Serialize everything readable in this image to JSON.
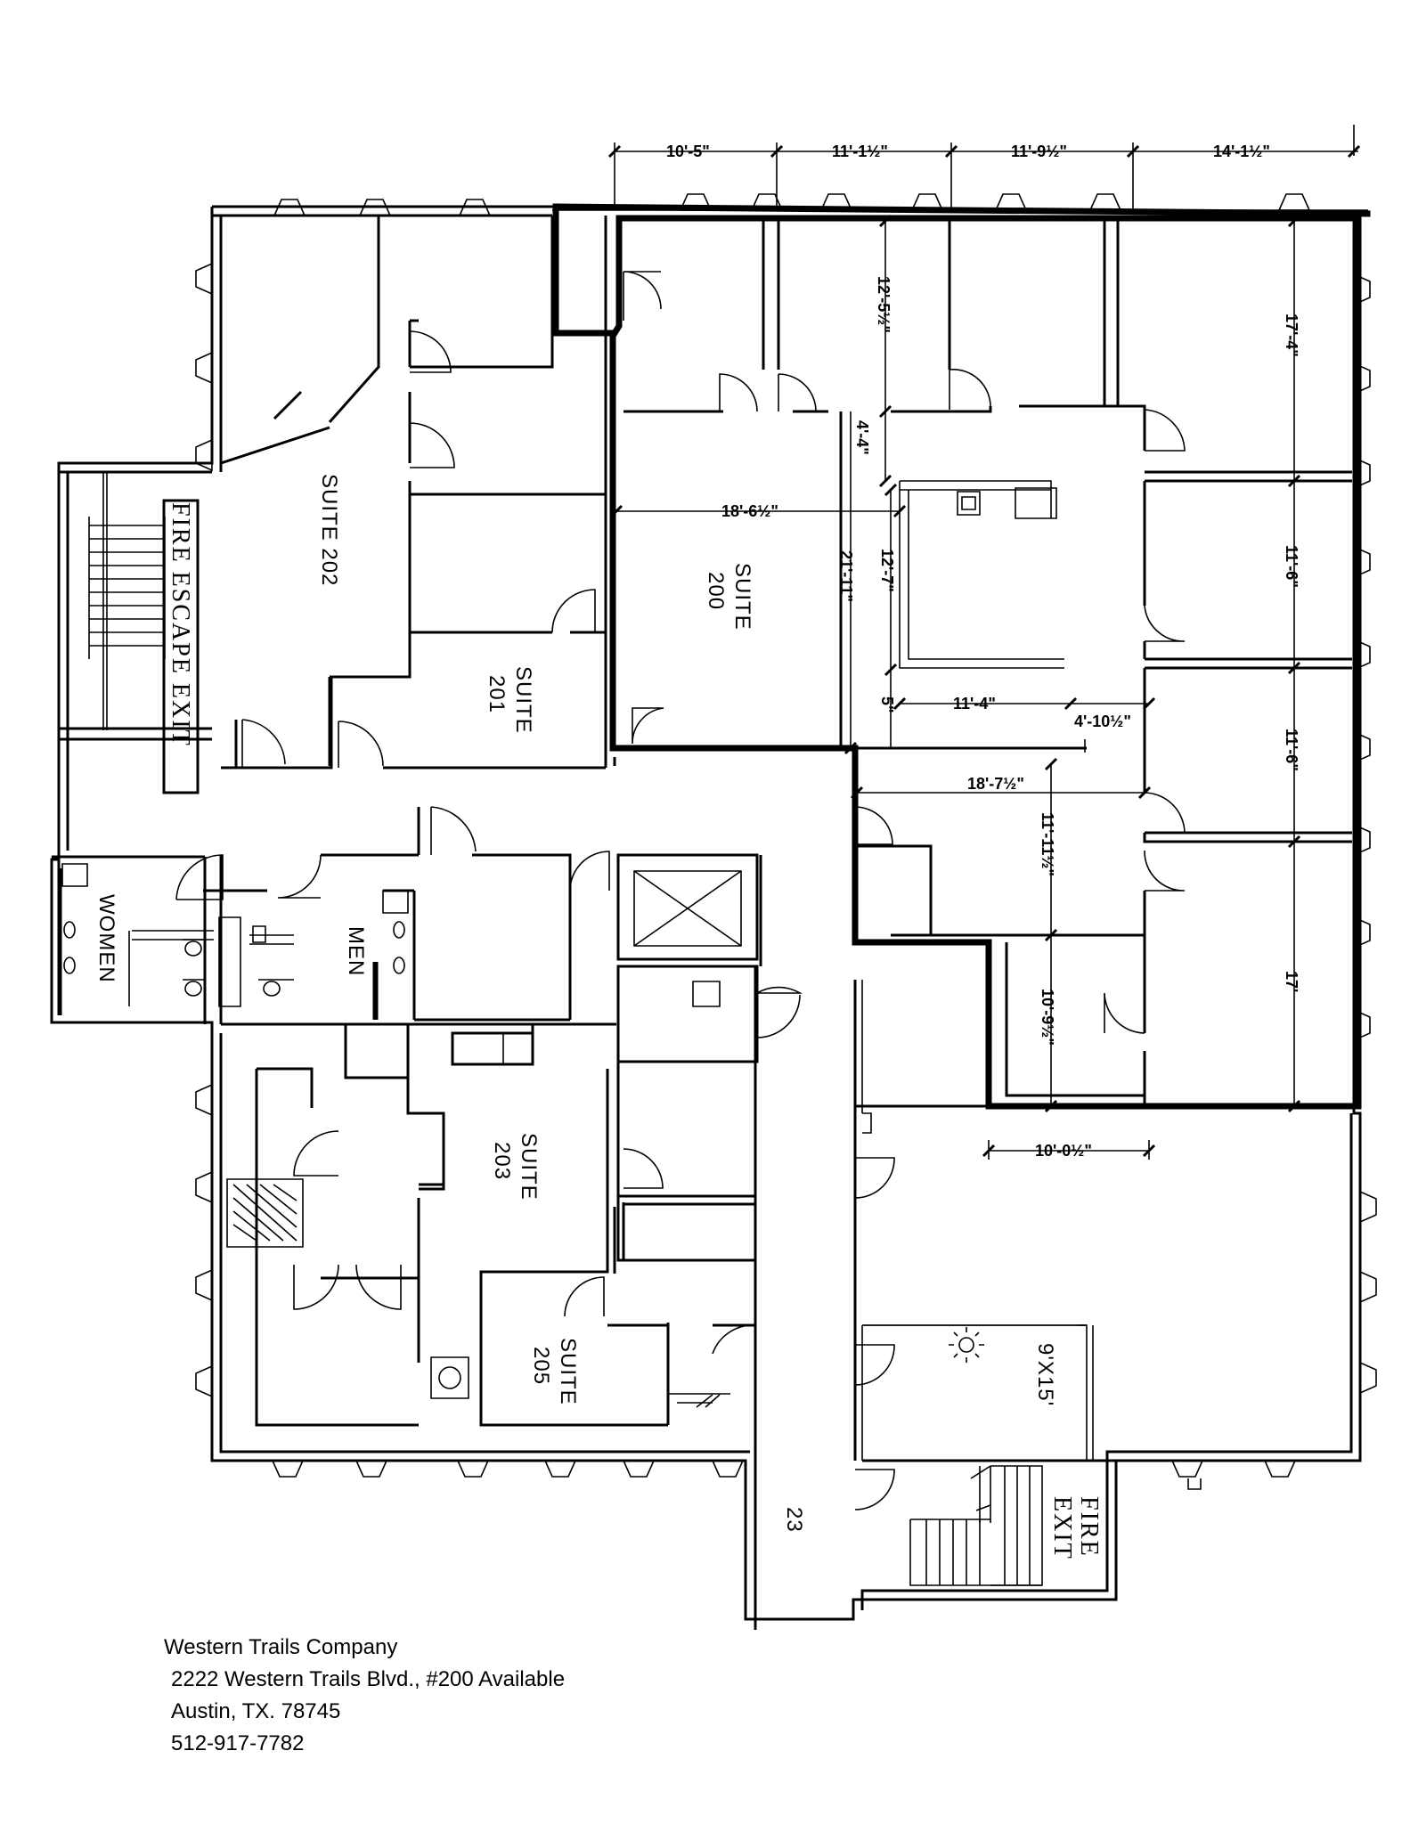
{
  "rooms": {
    "suite_202": "SUITE 202",
    "suite_200_a": "SUITE",
    "suite_200_b": "200",
    "suite_201_a": "SUITE",
    "suite_201_b": "201",
    "suite_203_a": "SUITE",
    "suite_203_b": "203",
    "suite_205_a": "SUITE",
    "suite_205_b": "205",
    "women": "WOMEN",
    "men": "MEN",
    "fire_escape_exit": "FIRE ESCAPE EXIT",
    "fire_a": "FIRE",
    "exit_b": "EXIT",
    "room_23": "23",
    "patio": "9'X15'"
  },
  "dimensions": {
    "top_1": "10'-5\"",
    "top_2": "11'-1½\"",
    "top_3": "11'-9½\"",
    "top_4": "14'-1½\"",
    "v_12_5": "12'-5½\"",
    "v_17_4": "17'-4\"",
    "v_4_4": "4'-4\"",
    "h_18_6": "18'-6½\"",
    "v_21_11": "21'-11\"",
    "v_12_7": "12'-7\"",
    "v_11_6a": "11'-6\"",
    "v_11_6b": "11'-6\"",
    "v_5": "5\"",
    "h_11_4": "11'-4\"",
    "h_4_10": "4'-10½\"",
    "h_18_7": "18'-7½\"",
    "v_11_11": "11'-11½\"",
    "v_17": "17'",
    "v_10_9": "10'-9½\"",
    "h_10_0": "10'-0½\""
  },
  "address": {
    "company": "Western Trails Company",
    "street": "2222 Western Trails Blvd., #200 Available",
    "city": "Austin, TX. 78745",
    "phone": "512-917-7782"
  }
}
